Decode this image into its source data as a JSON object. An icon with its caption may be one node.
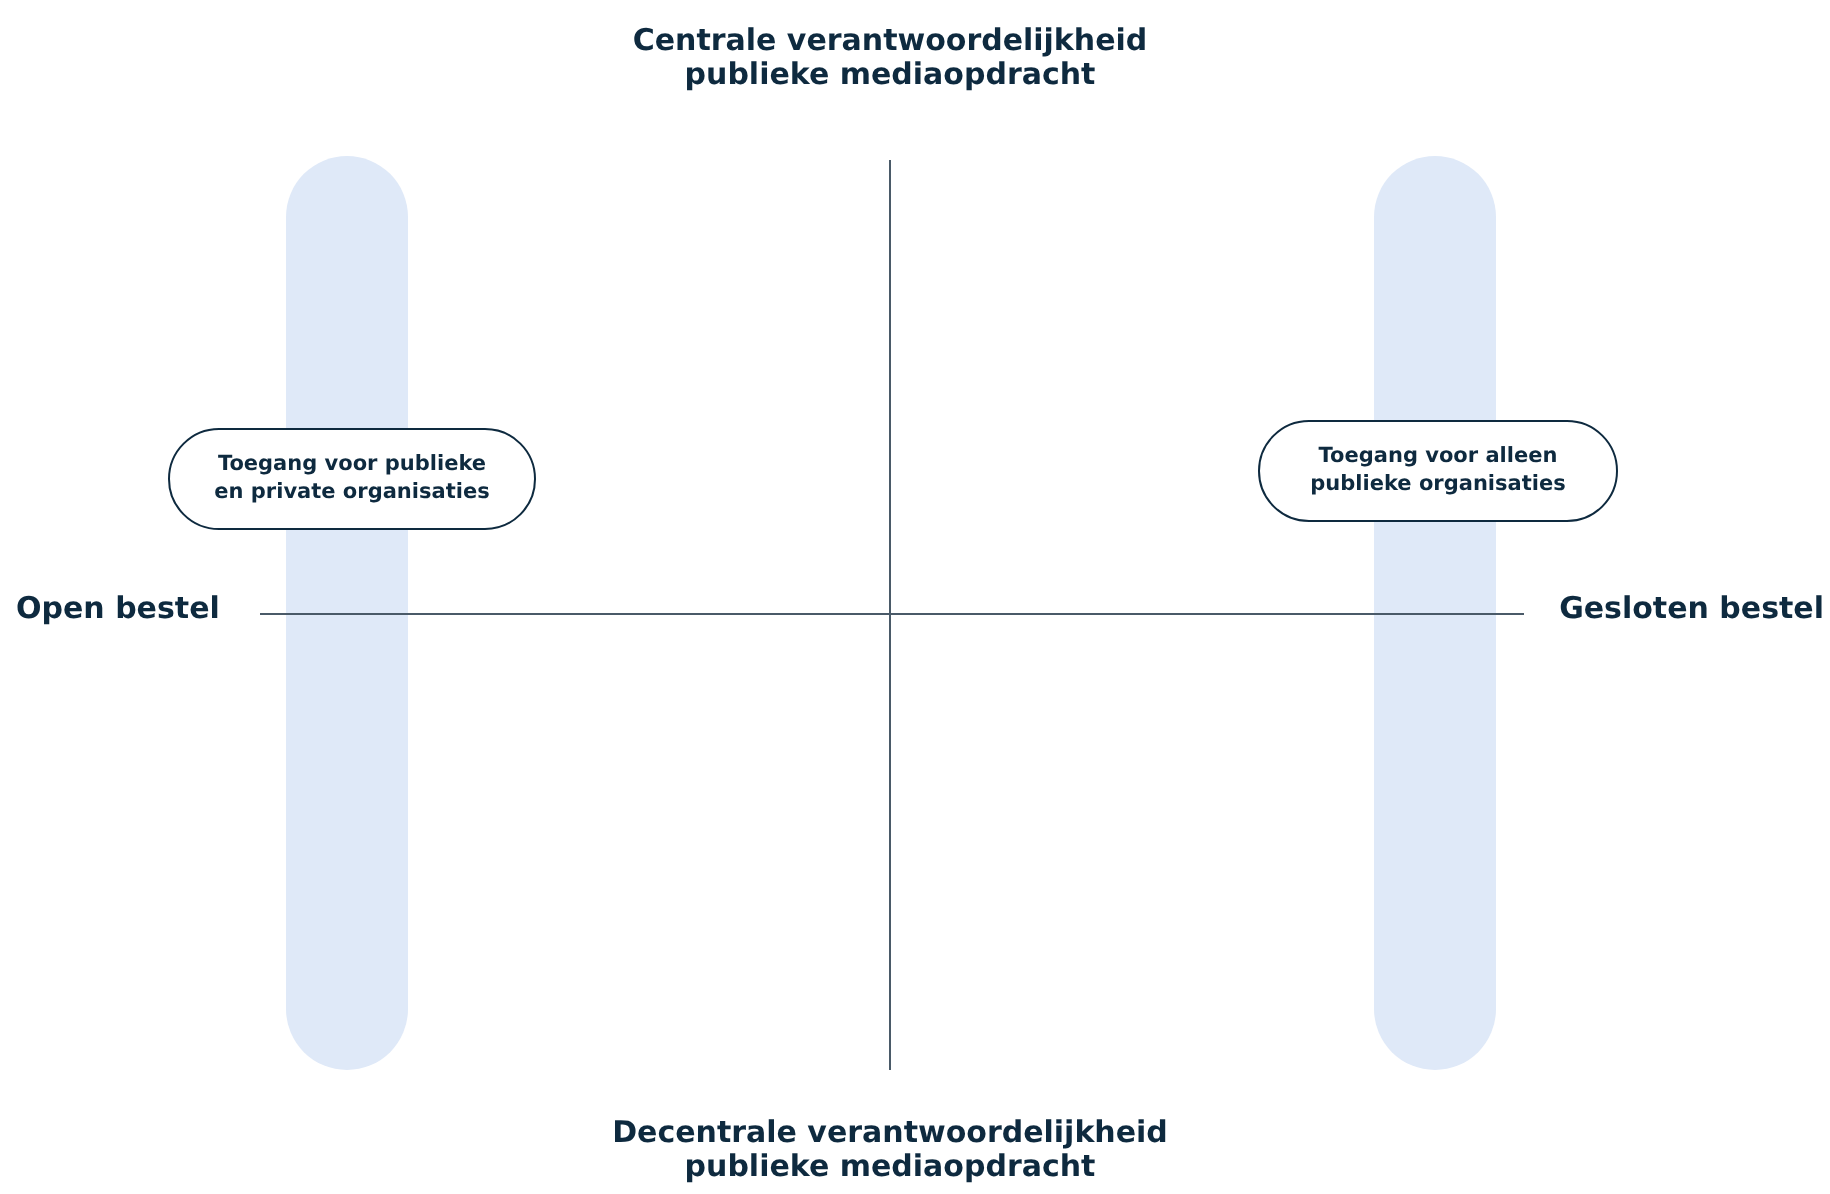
{
  "diagram": {
    "nodes": [
      {
        "text": [],
        "shape": "bar"
      },
      {
        "text": [],
        "shape": "bar"
      },
      {
        "text": [
          "Toegang voor publieke en private organisaties"
        ]
      },
      {
        "text": [
          "Toegang voor alleen publieke organisaties"
        ]
      }
    ],
    "labels": [
      "Centrale verantwoordelijkheid publieke mediaopdracht",
      "Open bestel",
      "Gesloten bestel",
      "Decentrale verantwoordelijkheid publieke mediaopdracht"
    ]
  }
}
